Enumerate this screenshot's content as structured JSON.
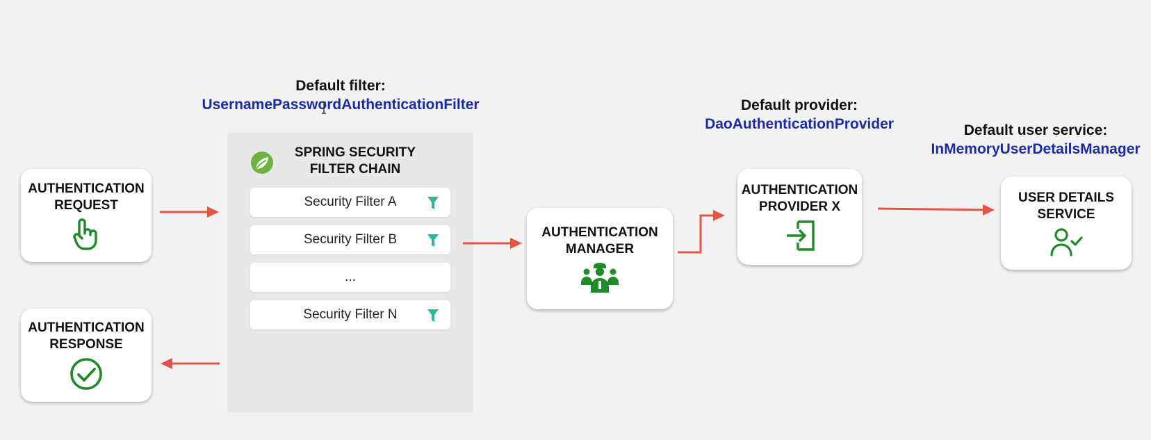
{
  "headings": {
    "filter": {
      "label": "Default filter:",
      "value": "UsernamePasswordAuthenticationFilter"
    },
    "provider": {
      "label": "Default provider:",
      "value": "DaoAuthenticationProvider"
    },
    "user_service": {
      "label": "Default user service:",
      "value": "InMemoryUserDetailsManager"
    }
  },
  "nodes": {
    "auth_request": {
      "title": "AUTHENTICATION\nREQUEST",
      "icon": "pointing-hand-icon"
    },
    "auth_response": {
      "title": "AUTHENTICATION\nRESPONSE",
      "icon": "check-circle-icon"
    },
    "auth_manager": {
      "title": "AUTHENTICATION\nMANAGER",
      "icon": "people-group-icon"
    },
    "auth_provider": {
      "title": "AUTHENTICATION\nPROVIDER X",
      "icon": "sign-in-icon"
    },
    "user_details": {
      "title": "USER DETAILS\nSERVICE",
      "icon": "user-check-icon"
    }
  },
  "filter_chain": {
    "title": "SPRING SECURITY\nFILTER CHAIN",
    "icon": "spring-leaf-icon",
    "filters": [
      {
        "label": "Security Filter A",
        "icon": "funnel-icon"
      },
      {
        "label": "Security Filter B",
        "icon": "funnel-icon"
      },
      {
        "label": "...",
        "icon": ""
      },
      {
        "label": "Security Filter N",
        "icon": "funnel-icon"
      }
    ]
  },
  "colors": {
    "arrow": "#e25545",
    "icon_green": "#1f8a2a",
    "funnel_teal": "#2bb89a",
    "heading_value": "#1b2aa6",
    "background": "#f2f2f2",
    "chain_panel": "#e8e8e8"
  }
}
